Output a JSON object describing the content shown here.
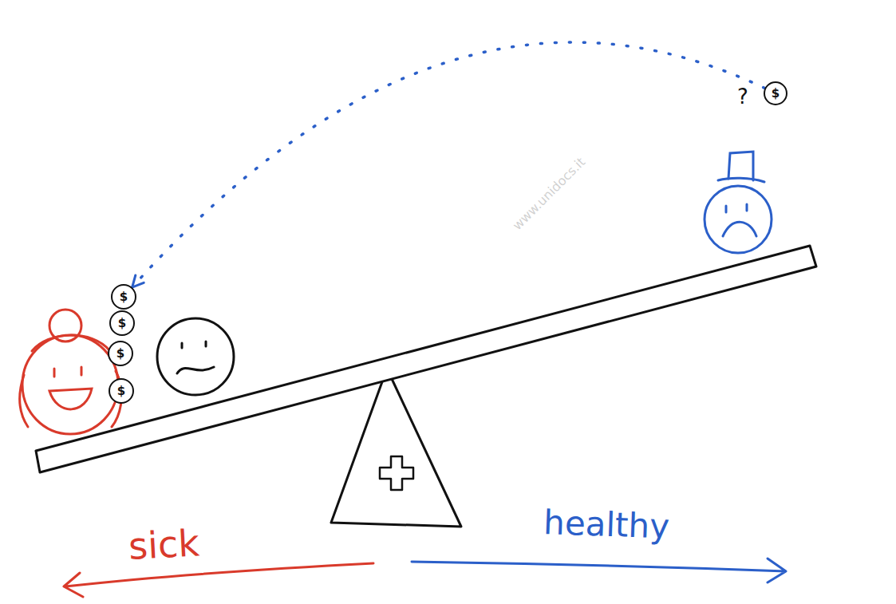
{
  "diagram": {
    "nodes": [
      {
        "text": [
          "$"
        ]
      },
      {
        "text": [
          "$"
        ]
      },
      {
        "text": [
          "$"
        ]
      },
      {
        "text": [
          "$"
        ]
      },
      {
        "text": [
          "$"
        ]
      }
    ],
    "edges": [
      {
        "from": 4,
        "to": 0,
        "arrow": "to"
      }
    ],
    "labels": [
      "?",
      "sick",
      "healthy",
      "www.unidocs.it"
    ]
  }
}
